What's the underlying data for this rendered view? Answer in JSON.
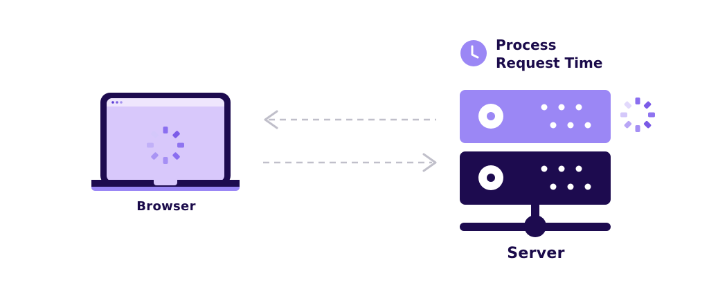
{
  "browser": {
    "label": "Browser",
    "window_dots": 3,
    "icon": "laptop-icon",
    "spinner_icon": "loading-spinner-icon"
  },
  "server": {
    "label": "Server",
    "icon": "server-icon",
    "spinner_icon": "loading-spinner-icon"
  },
  "process": {
    "line1": "Process",
    "line2": "Request Time",
    "icon": "clock-icon"
  },
  "arrows": [
    {
      "direction": "left",
      "from": "server",
      "to": "browser"
    },
    {
      "direction": "right",
      "from": "browser",
      "to": "server"
    }
  ],
  "colors": {
    "dark": "#1d0b4f",
    "primary": "#9b87f5",
    "screen": "#d8c8fb",
    "screen_bar": "#efe6fd",
    "arrow": "#c0bfca"
  }
}
